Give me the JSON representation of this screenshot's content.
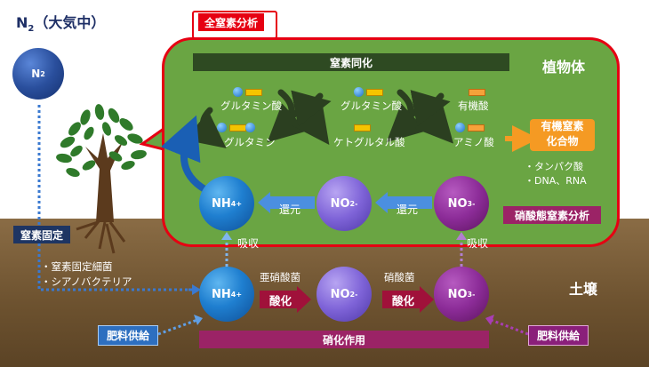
{
  "title": {
    "main": "N",
    "sub": "2",
    "rest": "（大気中）"
  },
  "n2_circle": {
    "main": "N",
    "sub": "2"
  },
  "total_label": "全窒素分析",
  "assimilation_bar": "窒素同化",
  "plant_label": "植物体",
  "soil_label": "土壌",
  "glutamic_acid_1": "グルタミン酸",
  "glutamic_acid_2": "グルタミン酸",
  "organic_acid": "有機酸",
  "glutamine": "グルタミン",
  "ketoglutaric": "ケトグルタル酸",
  "amino_acid": "アミノ酸",
  "organic_n": {
    "line1": "有機窒素",
    "line2": "化合物"
  },
  "protein_list": [
    "・タンパク酸",
    "・DNA、RNA"
  ],
  "nh4_plant": {
    "main": "NH",
    "sub": "4",
    "sup": "+"
  },
  "no2_plant": {
    "main": "NO",
    "sub": "2",
    "sup": "-"
  },
  "no3_plant": {
    "main": "NO",
    "sub": "3",
    "sup": "-"
  },
  "reduce_1": "還元",
  "reduce_2": "還元",
  "nitrate_analysis": "硝酸態窒素分析",
  "absorb_1": "吸収",
  "absorb_2": "吸収",
  "fixation_label": "窒素固定",
  "fixers": [
    "・窒素固定細菌",
    "・シアノバクテリア"
  ],
  "nitrite_bacteria": "亜硝酸菌",
  "nitrate_bacteria": "硝酸菌",
  "oxidize_1": "酸化",
  "oxidize_2": "酸化",
  "nh4_soil": {
    "main": "NH",
    "sub": "4",
    "sup": "+"
  },
  "no2_soil": {
    "main": "NO",
    "sub": "2",
    "sup": "-"
  },
  "no3_soil": {
    "main": "NO",
    "sub": "3",
    "sup": "-"
  },
  "fertilizer_left": "肥料供給",
  "fertilizer_right": "肥料供給",
  "nitrification_bar": "硝化作用",
  "colors": {
    "panel_green": "#6aa543",
    "red_border": "#e60012",
    "dark_bar": "#2e4a22",
    "nitrate_box": "#9b2366",
    "fixation_box": "#1e3563",
    "blue_box": "#2d6fc0",
    "soil": "#7a5c38",
    "orange": "#f59a23"
  }
}
